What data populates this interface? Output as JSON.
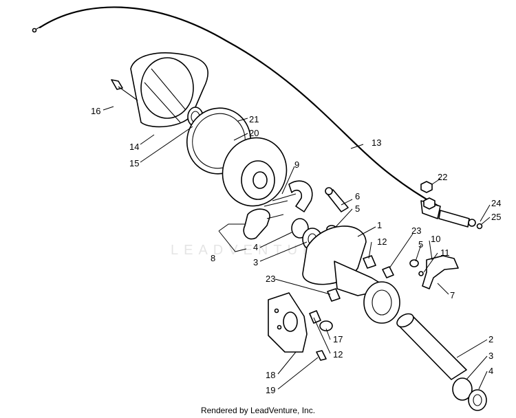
{
  "labels": {
    "p1": "1",
    "p2": "2",
    "p3a": "3",
    "p3b": "3",
    "p4a": "4",
    "p4b": "4",
    "p5a": "5",
    "p5b": "5",
    "p6": "6",
    "p7": "7",
    "p8": "8",
    "p9": "9",
    "p10": "10",
    "p11": "11",
    "p12a": "12",
    "p12b": "12",
    "p13": "13",
    "p14": "14",
    "p15": "15",
    "p16": "16",
    "p17": "17",
    "p18": "18",
    "p19": "19",
    "p20": "20",
    "p21": "21",
    "p22": "22",
    "p23a": "23",
    "p23b": "23",
    "p24": "24",
    "p25": "25"
  },
  "watermark": "LEADVENTURE",
  "credit": "Rendered by LeadVenture, Inc."
}
